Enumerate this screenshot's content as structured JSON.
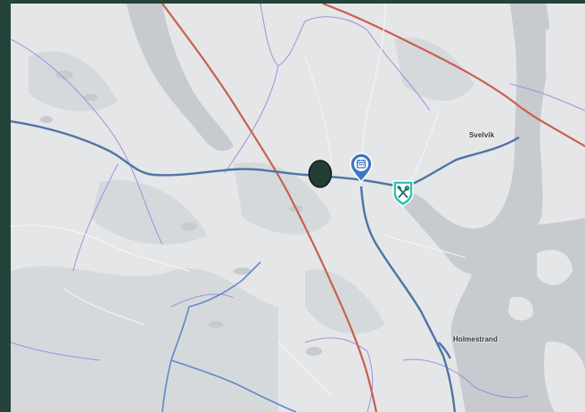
{
  "map": {
    "places": [
      {
        "id": "svelvik",
        "label": "Svelvik"
      },
      {
        "id": "holmestrand",
        "label": "Holmestrand"
      }
    ],
    "markers": [
      {
        "id": "current-location",
        "icon": "location-dot-icon",
        "color": "#223d33"
      },
      {
        "id": "calendar-poi",
        "icon": "calendar-icon",
        "color": "#3f74c4"
      },
      {
        "id": "tools-poi",
        "icon": "hammer-wrench-icon",
        "color": "#2fc4b0"
      }
    ],
    "colors": {
      "water": "#c7cbcf",
      "land": "#e4e6e8",
      "forest": "#d6d9dc",
      "major_road": "#c8604e",
      "route": "#4f73a6",
      "secondary_route": "#5f8ac8",
      "boundary": "#9a86e0"
    }
  }
}
